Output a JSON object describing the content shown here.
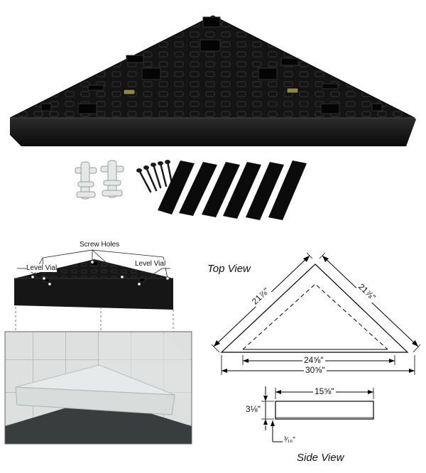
{
  "callouts": {
    "screw_holes": "Screw Holes",
    "level_vial_left": "Level Vial",
    "level_vial_right": "Level Vial"
  },
  "top_view": {
    "title": "Top View",
    "left_side": "21⅞\"",
    "right_side": "21⅞\"",
    "inner_width": "24⅝\"",
    "outer_width": "30⅝\""
  },
  "side_view": {
    "title": "Side View",
    "length": "15⅝\"",
    "height": "3⅛\"",
    "lip": "³⁄₁₆\""
  },
  "colors": {
    "shelf_body": "#111111",
    "shelf_edge": "#1f1f1f",
    "tile": "#e8ebea",
    "grout": "#c4c8c6",
    "line": "#000000"
  },
  "accessories": {
    "anchor_count": 2,
    "screw_count": 5,
    "strip_count": 6
  }
}
